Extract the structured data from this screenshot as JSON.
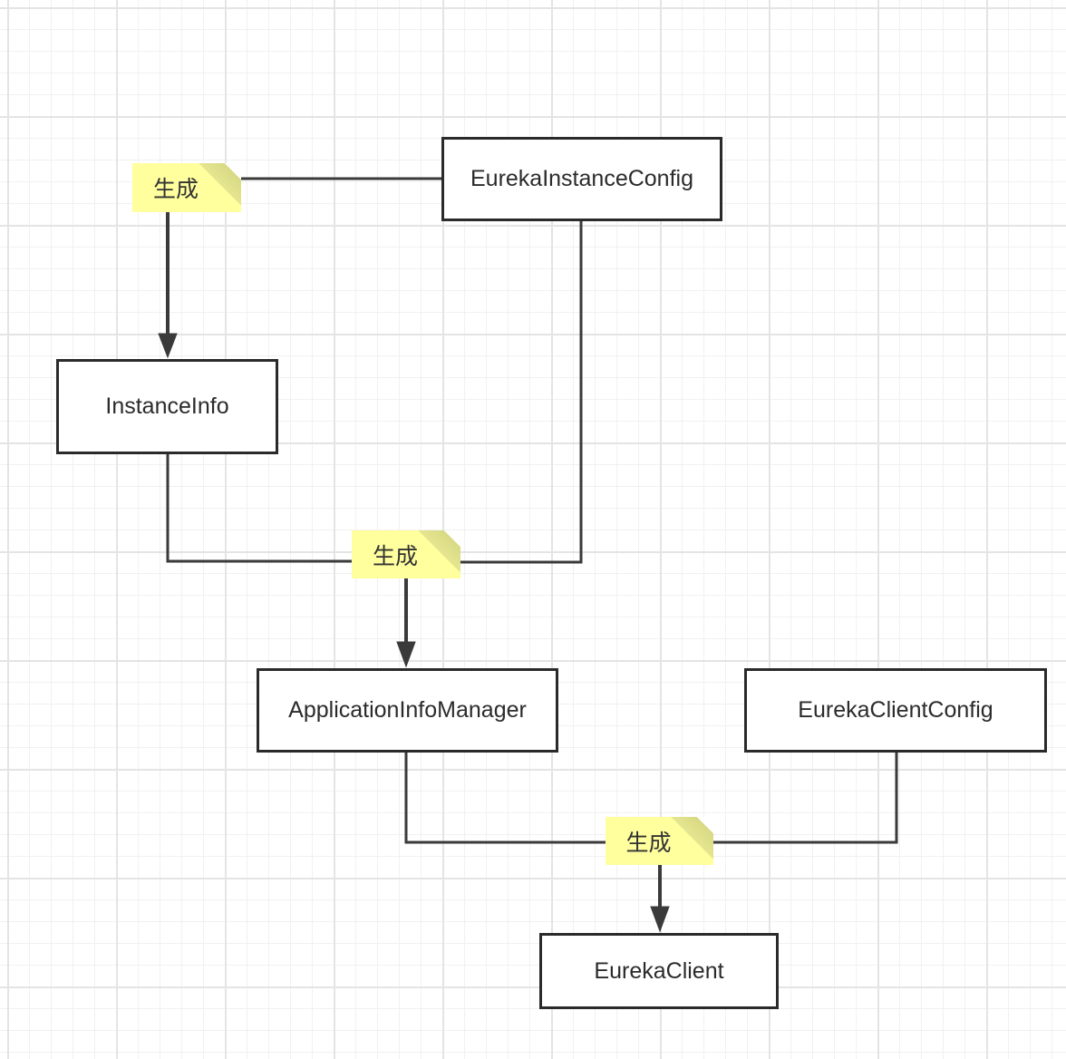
{
  "colors": {
    "note_fill": "#ffff9e",
    "note_fold": "#e6e690",
    "node_border": "#2a2a2a",
    "edge": "#3a3a3a",
    "grid": "#e4e4e4"
  },
  "nodes": {
    "eureka_instance_config": "EurekaInstanceConfig",
    "instance_info": "InstanceInfo",
    "application_info_manager": "ApplicationInfoManager",
    "eureka_client_config": "EurekaClientConfig",
    "eureka_client": "EurekaClient"
  },
  "notes": {
    "generate_1": "生成",
    "generate_2": "生成",
    "generate_3": "生成"
  },
  "edges": [
    {
      "from": "eureka_instance_config",
      "via": "generate_1",
      "to": "instance_info"
    },
    {
      "from": "instance_info",
      "via": "generate_2",
      "to": "application_info_manager"
    },
    {
      "from": "eureka_instance_config",
      "via": "generate_2",
      "to": "application_info_manager"
    },
    {
      "from": "application_info_manager",
      "via": "generate_3",
      "to": "eureka_client"
    },
    {
      "from": "eureka_client_config",
      "via": "generate_3",
      "to": "eureka_client"
    }
  ]
}
